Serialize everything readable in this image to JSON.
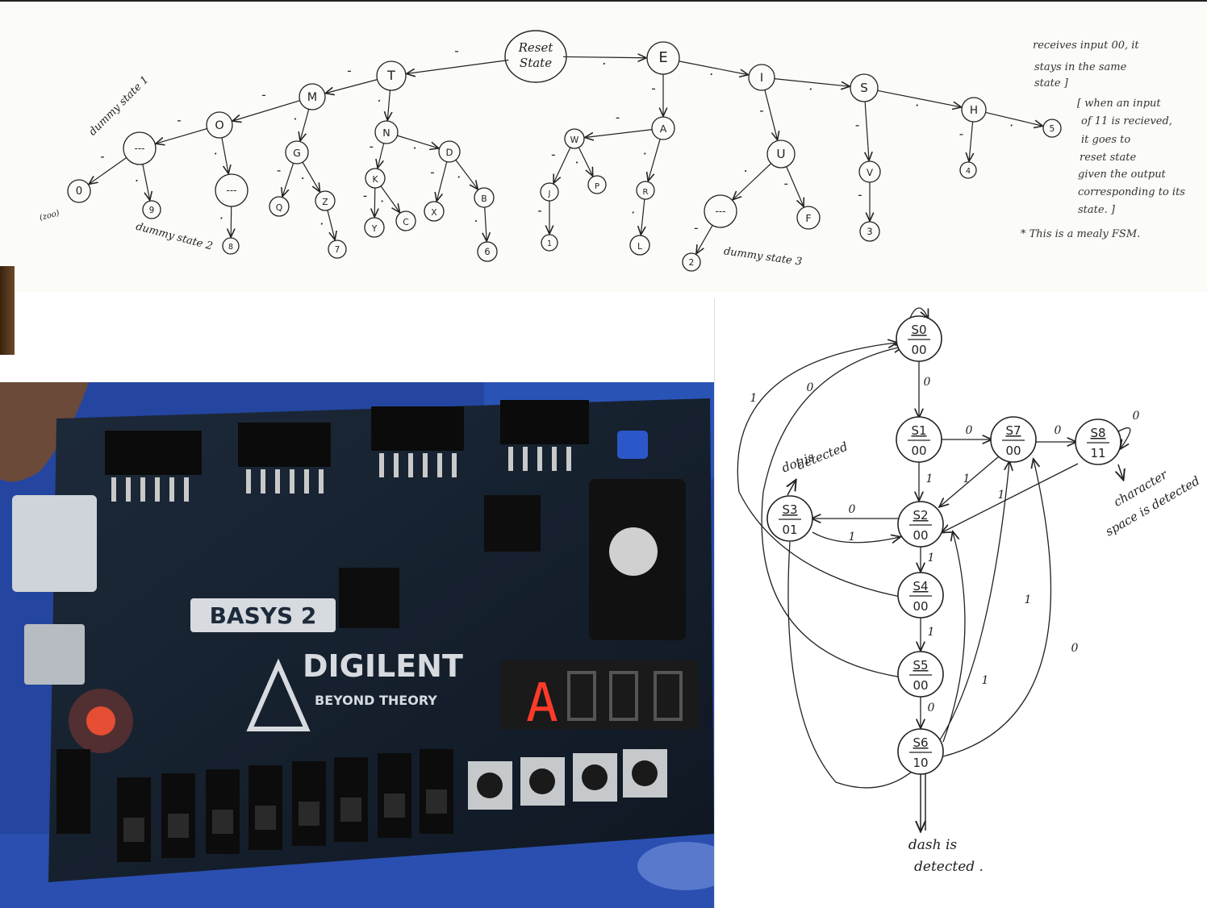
{
  "tree": {
    "root_label_line1": "Reset",
    "root_label_line2": "State",
    "nodes": [
      "T",
      "E",
      "M",
      "N",
      "I",
      "O",
      "A",
      "S",
      "H",
      "W",
      "U",
      "G",
      "K",
      "D",
      "V",
      "J",
      "P",
      "R",
      "B",
      "Q",
      "Z",
      "Y",
      "C",
      "X",
      "F",
      "L",
      "1",
      "2",
      "3",
      "4",
      "5",
      "6",
      "7",
      "8",
      "9",
      "0"
    ],
    "dummy_node_label": "---",
    "dummy_labels": [
      "dummy state 1",
      "dummy state 2",
      "dummy state 3"
    ],
    "edge_dot": ".",
    "edge_dash": "-",
    "side_mark": "(zoo)",
    "notes": [
      "receives input 00, it",
      "stays in the same",
      "state ]",
      "[ when an input",
      "of 11 is recieved,",
      "it goes to",
      "reset state",
      "given the output",
      "corresponding to its",
      "state. ]",
      "* This is a mealy FSM."
    ]
  },
  "fsm": {
    "states": [
      {
        "name": "S0",
        "out": "00"
      },
      {
        "name": "S1",
        "out": "00"
      },
      {
        "name": "S7",
        "out": "00"
      },
      {
        "name": "S8",
        "out": "11"
      },
      {
        "name": "S3",
        "out": "01"
      },
      {
        "name": "S2",
        "out": "00"
      },
      {
        "name": "S4",
        "out": "00"
      },
      {
        "name": "S5",
        "out": "00"
      },
      {
        "name": "S6",
        "out": "10"
      }
    ],
    "edge_labels": {
      "zero": "0",
      "one": "1"
    },
    "annotations": {
      "dot_line1": "dot is",
      "dot_line2": "detected",
      "char_line1": "character",
      "char_line2": "space is detected",
      "dash_line1": "dash is",
      "dash_line2": "detected ."
    }
  },
  "photo": {
    "board_brand": "BASYS 2",
    "maker": "DIGILENT",
    "tagline": "BEYOND THEORY",
    "display_digit": "A"
  }
}
